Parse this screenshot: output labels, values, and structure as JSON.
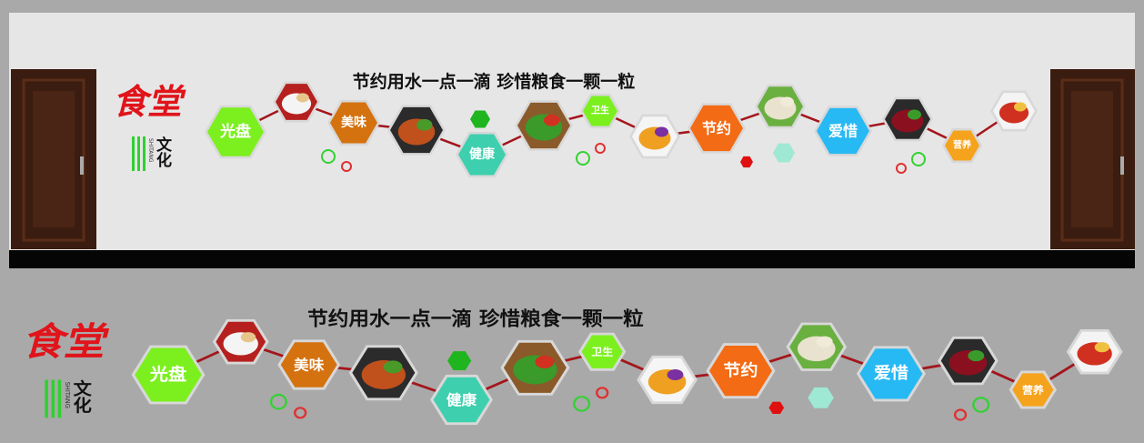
{
  "slogan": "节约用水一点一滴  珍惜粮食一颗一粒",
  "logo": {
    "main": "食堂",
    "sub": "文化",
    "pinyin": "SHITANG"
  },
  "colors": {
    "wall": "#e6e6e6",
    "background": "#a9a9a9",
    "line": "#a3161c",
    "door": "#3b1c10",
    "logo_red": "#e0141a",
    "logo_green": "#2fd12f"
  },
  "nodes": [
    {
      "label": "光盘",
      "color": "#7cf01f"
    },
    {
      "photo": "plate-chopsticks"
    },
    {
      "label": "美味",
      "color": "#d4720f"
    },
    {
      "photo": "grilled-food"
    },
    {
      "label": "健康",
      "color": "#3ecfae"
    },
    {
      "photo": "vegetable-basket"
    },
    {
      "label": "卫生",
      "color": "#7cf01f"
    },
    {
      "photo": "juice-glasses"
    },
    {
      "label": "节约",
      "color": "#f36b14"
    },
    {
      "photo": "rice"
    },
    {
      "label": "爱惜",
      "color": "#27b9f3"
    },
    {
      "photo": "meat-dish"
    },
    {
      "label": "营养",
      "color": "#f5a31c"
    },
    {
      "photo": "salad-plate"
    }
  ]
}
